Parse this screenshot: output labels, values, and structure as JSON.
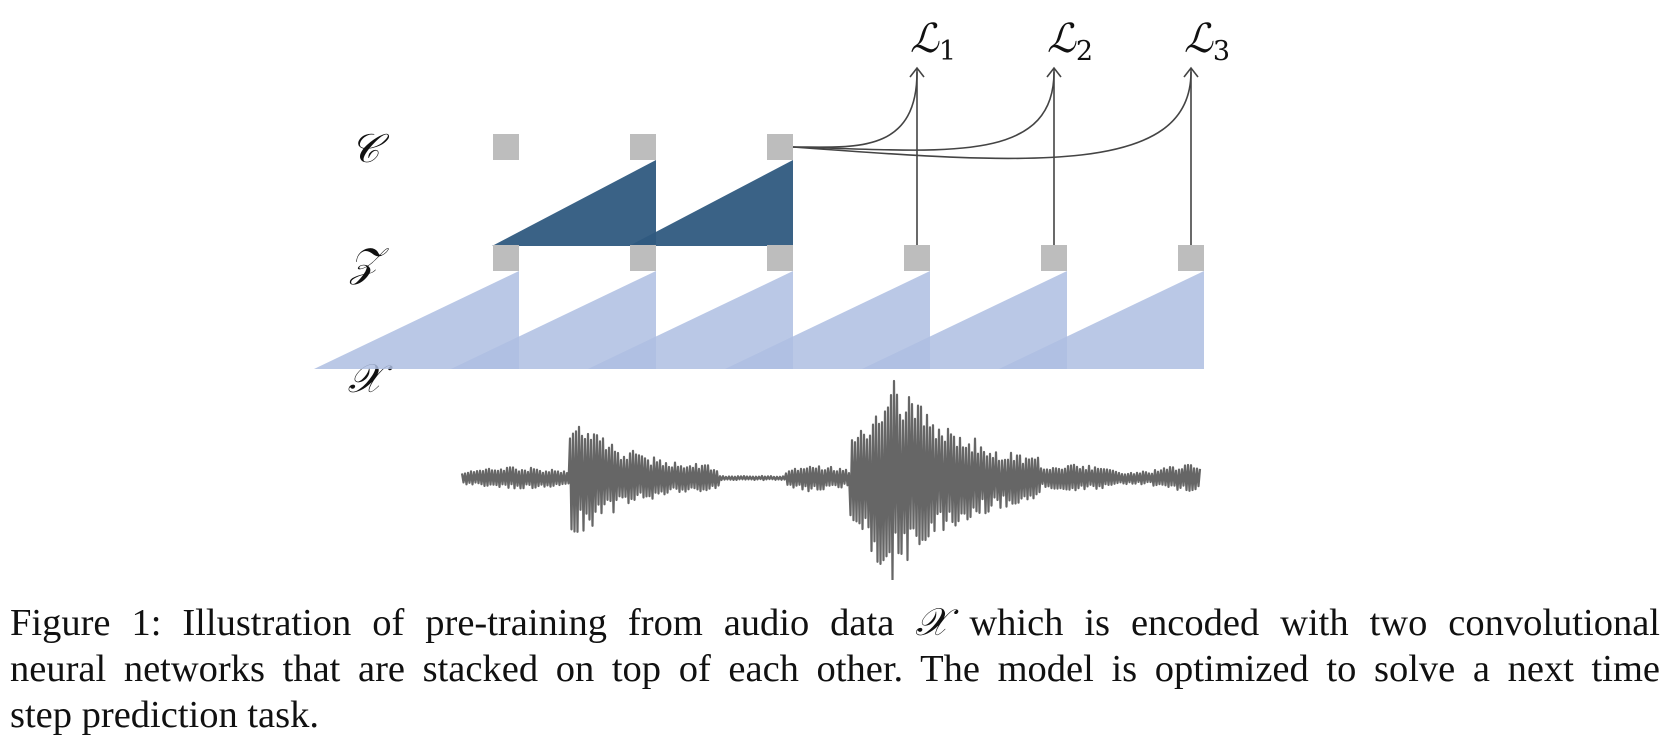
{
  "figure": {
    "layers": [
      {
        "id": "c",
        "label": "𝒞"
      },
      {
        "id": "z",
        "label": "𝒵"
      },
      {
        "id": "x",
        "label": "𝒳"
      }
    ],
    "losses": [
      {
        "symbol": "ℒ",
        "sub": "1"
      },
      {
        "symbol": "ℒ",
        "sub": "2"
      },
      {
        "symbol": "ℒ",
        "sub": "3"
      }
    ],
    "colors": {
      "node": "#bdbdbd",
      "context_triangle": "#2f5a80",
      "encoder_triangle": "#aebee2",
      "waveform": "#666666",
      "arrow": "#444444"
    }
  },
  "caption": {
    "line1_pre": "Figure 1: Illustration of pre-training from audio data ",
    "line1_math": "𝒳",
    "line1_post": " which is encoded with two convolutional",
    "line2": "neural networks that are stacked on top of each other. The model is optimized to solve a next time",
    "line3": "step prediction task."
  }
}
